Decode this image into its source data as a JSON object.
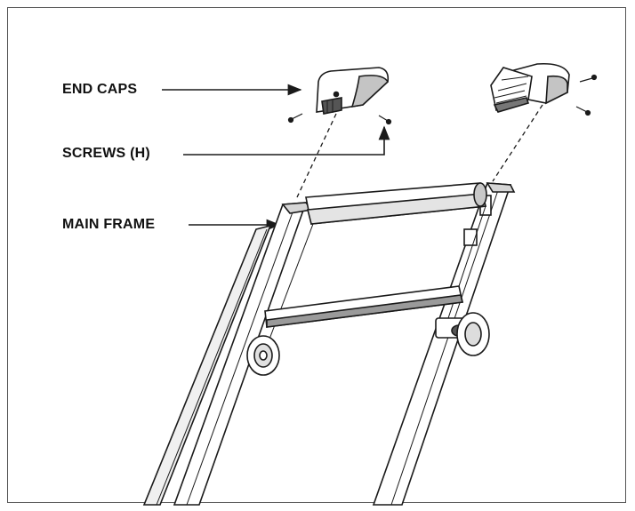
{
  "labels": {
    "end_caps": "END CAPS",
    "screws": "SCREWS (H)",
    "main_frame": "MAIN FRAME"
  },
  "colors": {
    "line": "#1a1a1a",
    "shade": "#8a8a8a",
    "light_shade": "#d6d6d6",
    "background": "#ffffff"
  }
}
